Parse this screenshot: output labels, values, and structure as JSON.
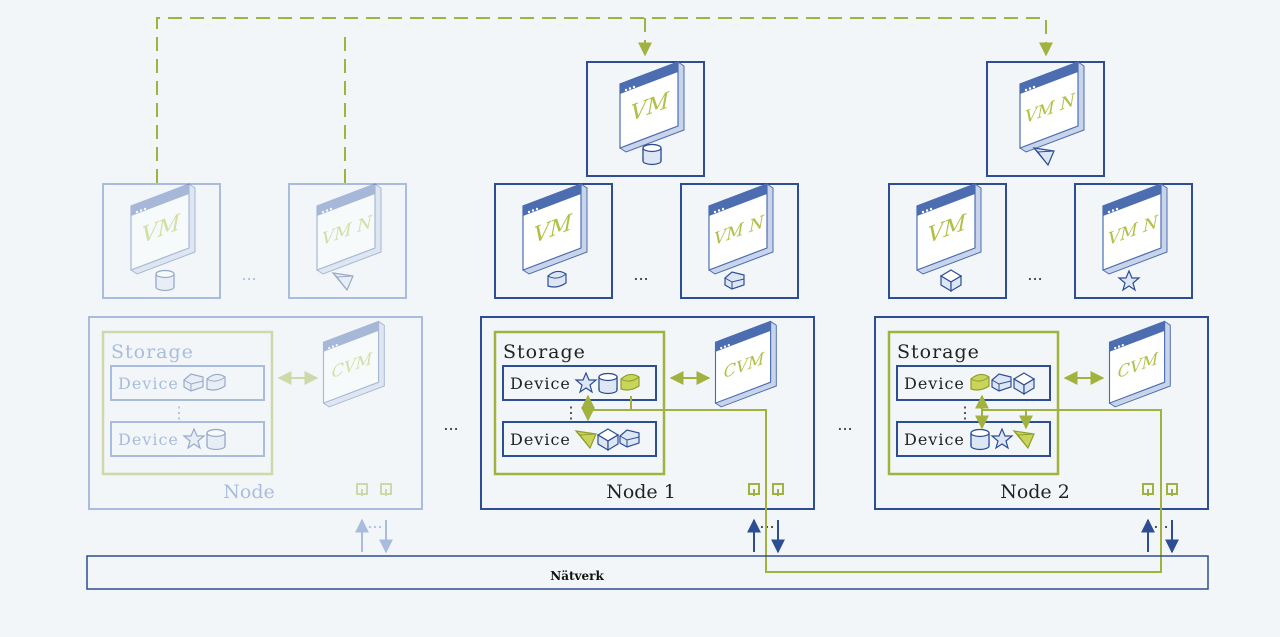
{
  "labels": {
    "storage": "Storage",
    "device": "Device",
    "vm": "VM",
    "vm_n": "VM N",
    "cvm": "CVM",
    "ellipsis": "...",
    "vdots": "⋮"
  },
  "nodes": [
    {
      "name": "Node"
    },
    {
      "name": "Node 1"
    },
    {
      "name": "Node 2"
    }
  ],
  "network": {
    "label": "Nätverk"
  },
  "colors": {
    "background": "#f2f6f8",
    "active_blue": "#2d4d94",
    "faded_blue": "#a9bcde",
    "active_green": "#a1b33e",
    "faded_green": "#cfd8a9",
    "screen_fill": "#ffffff",
    "screen_side": "#c8d4ea",
    "screen_bar": "#4d6db1",
    "vm_text": "#b3c047"
  }
}
